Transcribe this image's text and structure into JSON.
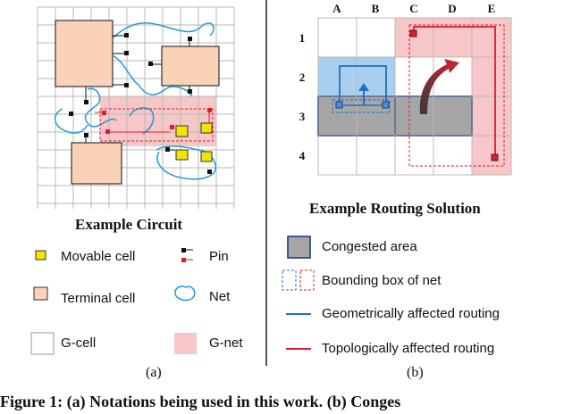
{
  "panel_a": {
    "title": "Example Circuit",
    "legend": {
      "movable_cell": "Movable cell",
      "pin": "Pin",
      "terminal_cell": "Terminal cell",
      "net": "Net",
      "gcell": "G-cell",
      "gnet": "G-net"
    },
    "sub_label": "(a)"
  },
  "panel_b": {
    "title": "Example Routing Solution",
    "columns": [
      "A",
      "B",
      "C",
      "D",
      "E"
    ],
    "rows": [
      "1",
      "2",
      "3",
      "4"
    ],
    "legend": {
      "congested": "Congested area",
      "bbox": "Bounding box of net",
      "geo": "Geometrically affected routing",
      "topo": "Topologically affected routing"
    },
    "sub_label": "(b)"
  },
  "figure_caption": "Figure 1: (a) Notations being used in this work. (b) Conges",
  "colors": {
    "terminal": "#f9d2b8",
    "movable": "#f2e600",
    "gnet": "#f7c6c8",
    "congested": "#a6a6a6",
    "geo_blue": "#1f6fc2",
    "topo_red": "#d6202b",
    "bbox_blue_fill": "#a9cfee"
  }
}
